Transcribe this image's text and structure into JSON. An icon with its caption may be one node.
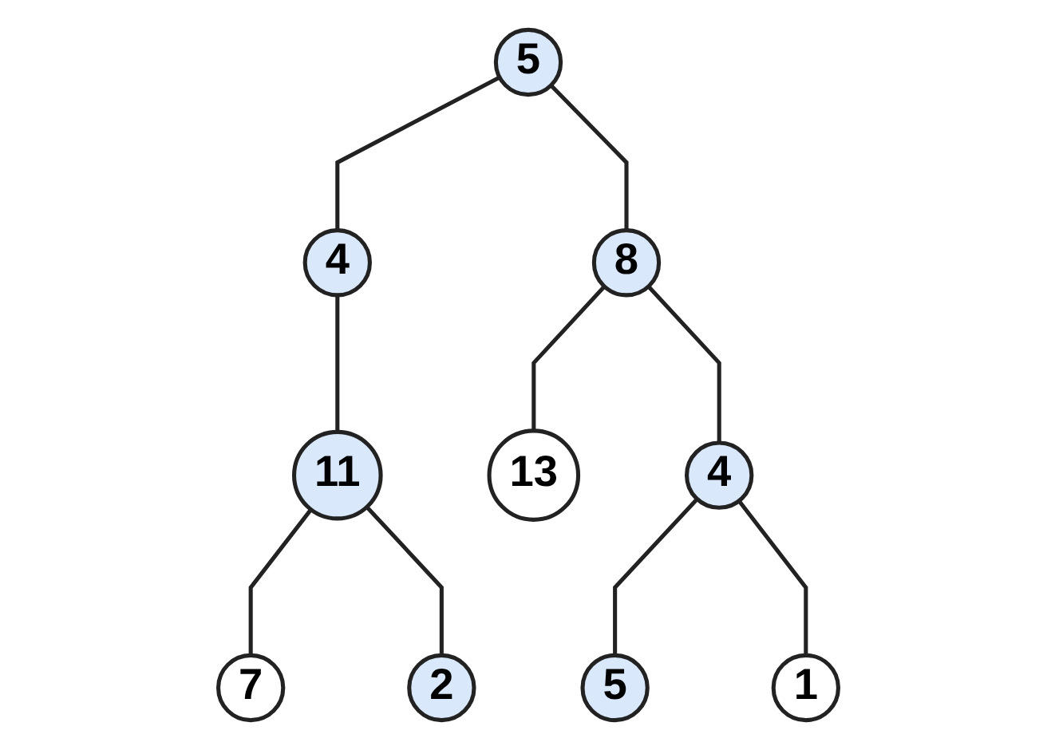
{
  "diagram": {
    "nodes": [
      {
        "text": [
          "5"
        ]
      },
      {
        "text": [
          "4"
        ]
      },
      {
        "text": [
          "8"
        ]
      },
      {
        "text": [
          "11"
        ]
      },
      {
        "text": [
          "13"
        ]
      },
      {
        "text": [
          "4"
        ]
      },
      {
        "text": [
          "7"
        ]
      },
      {
        "text": [
          "2"
        ]
      },
      {
        "text": [
          "5"
        ]
      },
      {
        "text": [
          "1"
        ]
      }
    ],
    "edges": [
      {
        "from": 0,
        "to": 1,
        "arrow": "none"
      },
      {
        "from": 0,
        "to": 2,
        "arrow": "none"
      },
      {
        "from": 1,
        "to": 3,
        "arrow": "none"
      },
      {
        "from": 2,
        "to": 4,
        "arrow": "none"
      },
      {
        "from": 2,
        "to": 5,
        "arrow": "none"
      },
      {
        "from": 3,
        "to": 6,
        "arrow": "none"
      },
      {
        "from": 3,
        "to": 7,
        "arrow": "none"
      },
      {
        "from": 5,
        "to": 8,
        "arrow": "none"
      },
      {
        "from": 5,
        "to": 9,
        "arrow": "none"
      }
    ]
  }
}
